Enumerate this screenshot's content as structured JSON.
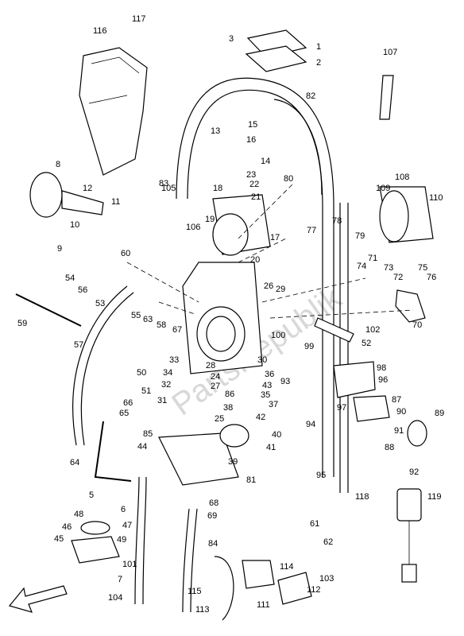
{
  "watermark": "PartsRepublik",
  "callouts": [
    "1",
    "2",
    "3",
    "5",
    "6",
    "7",
    "8",
    "9",
    "10",
    "11",
    "12",
    "13",
    "14",
    "15",
    "16",
    "17",
    "18",
    "19",
    "20",
    "21",
    "22",
    "23",
    "24",
    "25",
    "26",
    "27",
    "28",
    "29",
    "30",
    "31",
    "32",
    "33",
    "34",
    "35",
    "36",
    "37",
    "38",
    "39",
    "40",
    "41",
    "42",
    "43",
    "44",
    "45",
    "46",
    "47",
    "48",
    "49",
    "50",
    "51",
    "52",
    "53",
    "54",
    "55",
    "56",
    "57",
    "58",
    "59",
    "60",
    "61",
    "62",
    "63",
    "64",
    "65",
    "66",
    "67",
    "68",
    "69",
    "70",
    "71",
    "72",
    "73",
    "74",
    "75",
    "76",
    "77",
    "78",
    "79",
    "80",
    "81",
    "82",
    "83",
    "84",
    "85",
    "86",
    "87",
    "88",
    "89",
    "90",
    "91",
    "92",
    "93",
    "94",
    "95",
    "96",
    "97",
    "98",
    "99",
    "100",
    "101",
    "102",
    "103",
    "104",
    "105",
    "106",
    "107",
    "108",
    "109",
    "110",
    "111",
    "112",
    "113",
    "114",
    "115",
    "116",
    "117",
    "118",
    "119"
  ]
}
